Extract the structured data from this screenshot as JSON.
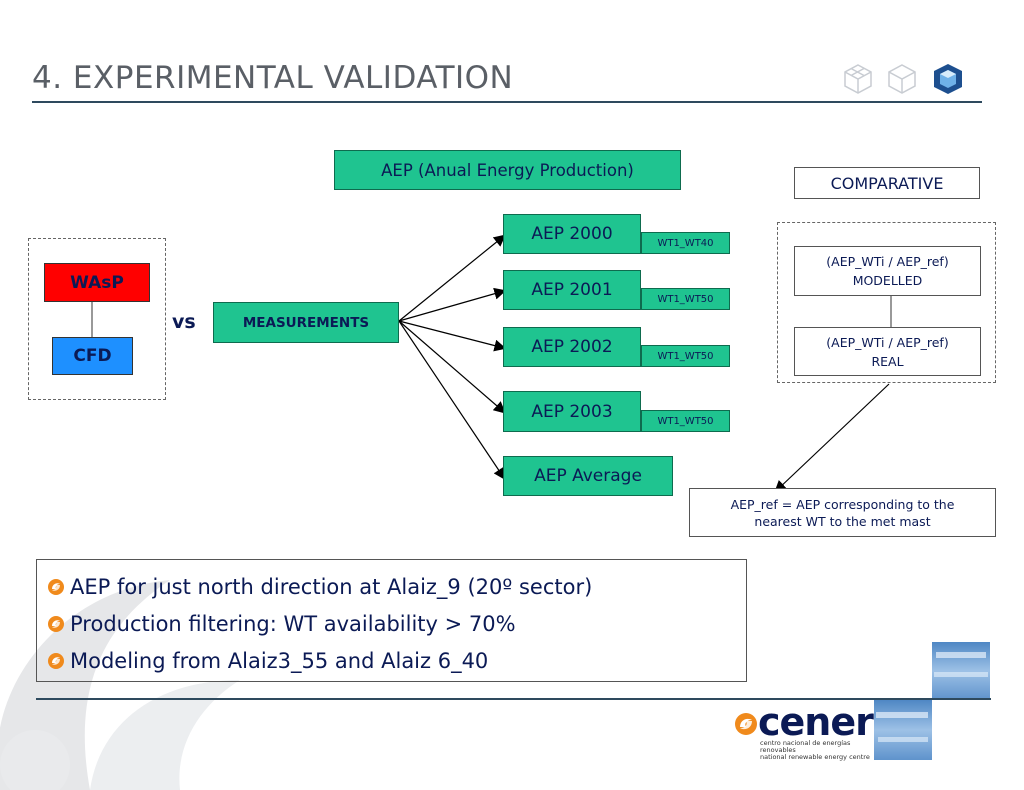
{
  "slide": {
    "title": "4. EXPERIMENTAL VALIDATION"
  },
  "diagram": {
    "aep_title": "AEP (Anual Energy Production)",
    "models": {
      "wasp": "WAsP",
      "cfd": "CFD"
    },
    "vs_label": "vs",
    "measurements": "MEASUREMENTS",
    "years": [
      {
        "label": "AEP 2000",
        "tag": "WT1_WT40"
      },
      {
        "label": "AEP 2001",
        "tag": "WT1_WT50"
      },
      {
        "label": "AEP 2002",
        "tag": "WT1_WT50"
      },
      {
        "label": "AEP 2003",
        "tag": "WT1_WT50"
      },
      {
        "label": "AEP Average",
        "tag": ""
      }
    ],
    "comparative": "COMPARATIVE",
    "modelled": {
      "line1": "(AEP_WTi / AEP_ref)",
      "line2": "MODELLED"
    },
    "real": {
      "line1": "(AEP_WTi / AEP_ref)",
      "line2": "REAL"
    },
    "aep_ref_note": "AEP_ref = AEP corresponding to the nearest WT to the met mast"
  },
  "bullets": [
    "AEP for just north direction at Alaiz_9 (20º sector)",
    "Production filtering: WT availability > 70%",
    "Modeling from Alaiz3_55 and Alaiz 6_40"
  ],
  "footer": {
    "logo_word": "cener",
    "logo_sub1": "centro nacional de energías renovables",
    "logo_sub2": "national renewable energy centre"
  },
  "colors": {
    "green": "#1fc490",
    "wasp_red": "#ff0000",
    "cfd_blue": "#1e90ff",
    "navy": "#0b1a55",
    "rule": "#2e4a5e",
    "logo_orange": "#f08a1c"
  },
  "icons": [
    "cube-outline-icon",
    "cube-outline-icon",
    "cube-logo-icon",
    "cener-swirl-icon",
    "bullet-swirl-icon"
  ]
}
